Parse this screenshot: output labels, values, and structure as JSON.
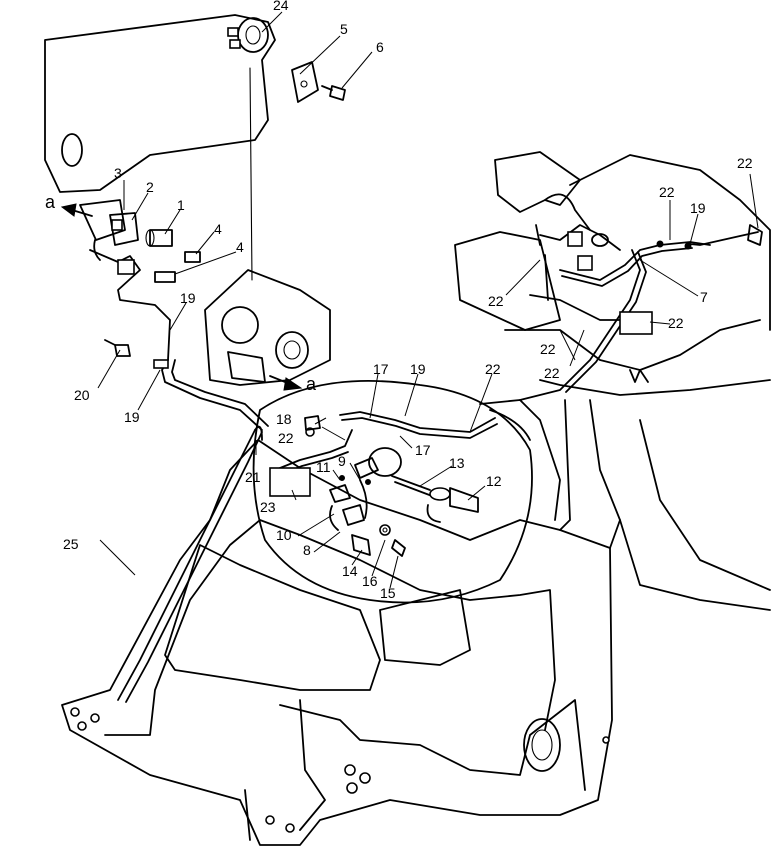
{
  "callouts": {
    "c1": "1",
    "c2": "2",
    "c3": "3",
    "c4a": "4",
    "c4b": "4",
    "c5": "5",
    "c6": "6",
    "c7": "7",
    "c8": "8",
    "c9": "9",
    "c10": "10",
    "c11": "11",
    "c12": "12",
    "c13": "13",
    "c14": "14",
    "c15": "15",
    "c16": "16",
    "c17a": "17",
    "c17b": "17",
    "c18": "18",
    "c19a": "19",
    "c19b": "19",
    "c19c": "19",
    "c19d": "19",
    "c20": "20",
    "c21": "21",
    "c22a": "22",
    "c22b": "22",
    "c22c": "22",
    "c22d": "22",
    "c22e": "22",
    "c22f": "22",
    "c22g": "22",
    "c22h": "22",
    "c23": "23",
    "c24": "24",
    "c25": "25"
  },
  "view_markers": {
    "top": "a",
    "mid": "a"
  }
}
